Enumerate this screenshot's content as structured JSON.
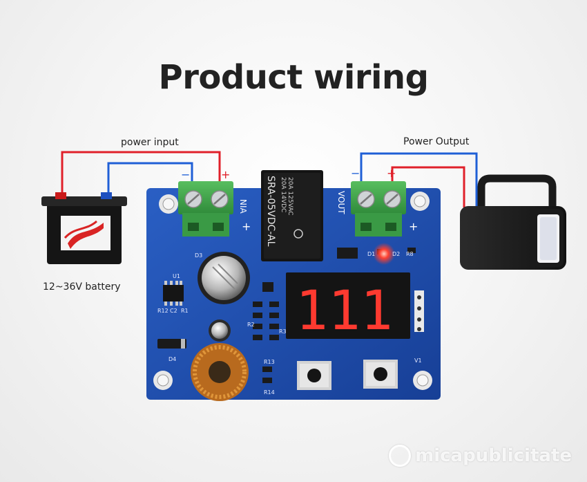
{
  "title": "Product wiring",
  "labels": {
    "power_input": "power input",
    "power_output": "Power Output",
    "battery": "12~36V battery"
  },
  "board": {
    "relay_text_1": "20A 14VDC",
    "relay_text_2": "20A 125VAC",
    "relay_model": "SRA-05VDC-AL",
    "input_label": "NIA",
    "output_label": "VOUT",
    "display": "111",
    "components": [
      "U1",
      "R12",
      "C2",
      "R1",
      "D3",
      "D4",
      "R2",
      "R3",
      "R13",
      "R14",
      "D1",
      "D2",
      "R8",
      "V1"
    ]
  },
  "watermark": "micapublicitate",
  "colors": {
    "board": "#1f4fb0",
    "terminal": "#3fa24a",
    "positive_wire": "#e0202a",
    "negative_wire": "#1f5fd6",
    "display_segment": "#ff3a30"
  }
}
